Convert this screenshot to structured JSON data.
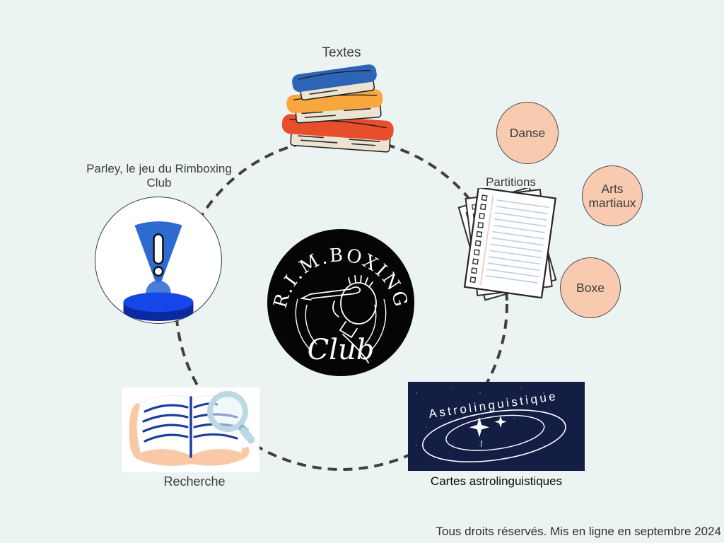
{
  "page": {
    "background_color": "#ebf4f3",
    "footer_text": "Tous droits réservés. Mis en ligne en septembre 2024"
  },
  "logo": {
    "title": "R.I.M.BOXING",
    "subtitle": "Club"
  },
  "nodes": {
    "textes": {
      "label": "Textes"
    },
    "parley": {
      "label": "Parley, le jeu du Rimboxing Club"
    },
    "danse": {
      "label": "Danse"
    },
    "arts_martiaux": {
      "label": "Arts martiaux"
    },
    "boxe": {
      "label": "Boxe"
    },
    "partitions": {
      "label": "Partitions"
    },
    "recherche": {
      "label": "Recherche"
    },
    "cartes": {
      "label": "Cartes astrolinguistiques"
    },
    "astro_card": {
      "title": "Astrolinguistique"
    }
  },
  "colors": {
    "peach_circle": "#f8cbb1",
    "navy_card": "#141d44",
    "dash_ring": "#3f4040",
    "book_blue": "#2e64b5",
    "book_orange": "#f8a73e",
    "book_red": "#e94e2c",
    "parley_blue": "#2d6bd0"
  }
}
